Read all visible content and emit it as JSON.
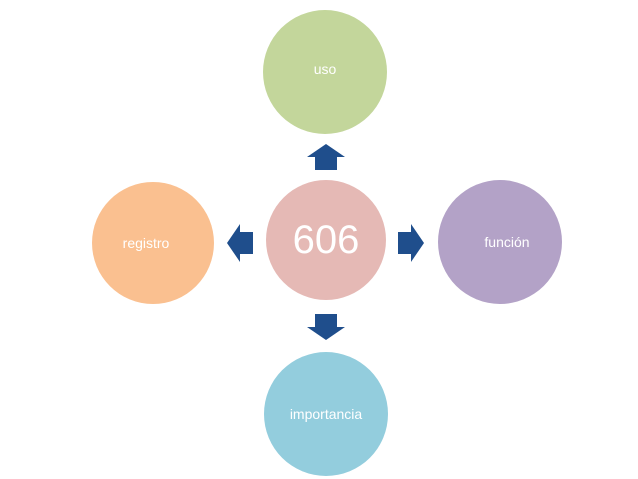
{
  "diagram": {
    "center": {
      "label": "606",
      "color": "#E5B9B5"
    },
    "nodes": {
      "top": {
        "label": "uso",
        "color": "#C3D69B"
      },
      "left": {
        "label": "registro",
        "color": "#FAC090"
      },
      "right": {
        "label": "función",
        "color": "#B3A2C7"
      },
      "bottom": {
        "label": "importancia",
        "color": "#93CDDD"
      }
    },
    "arrow_color": "#1F4E8C"
  }
}
